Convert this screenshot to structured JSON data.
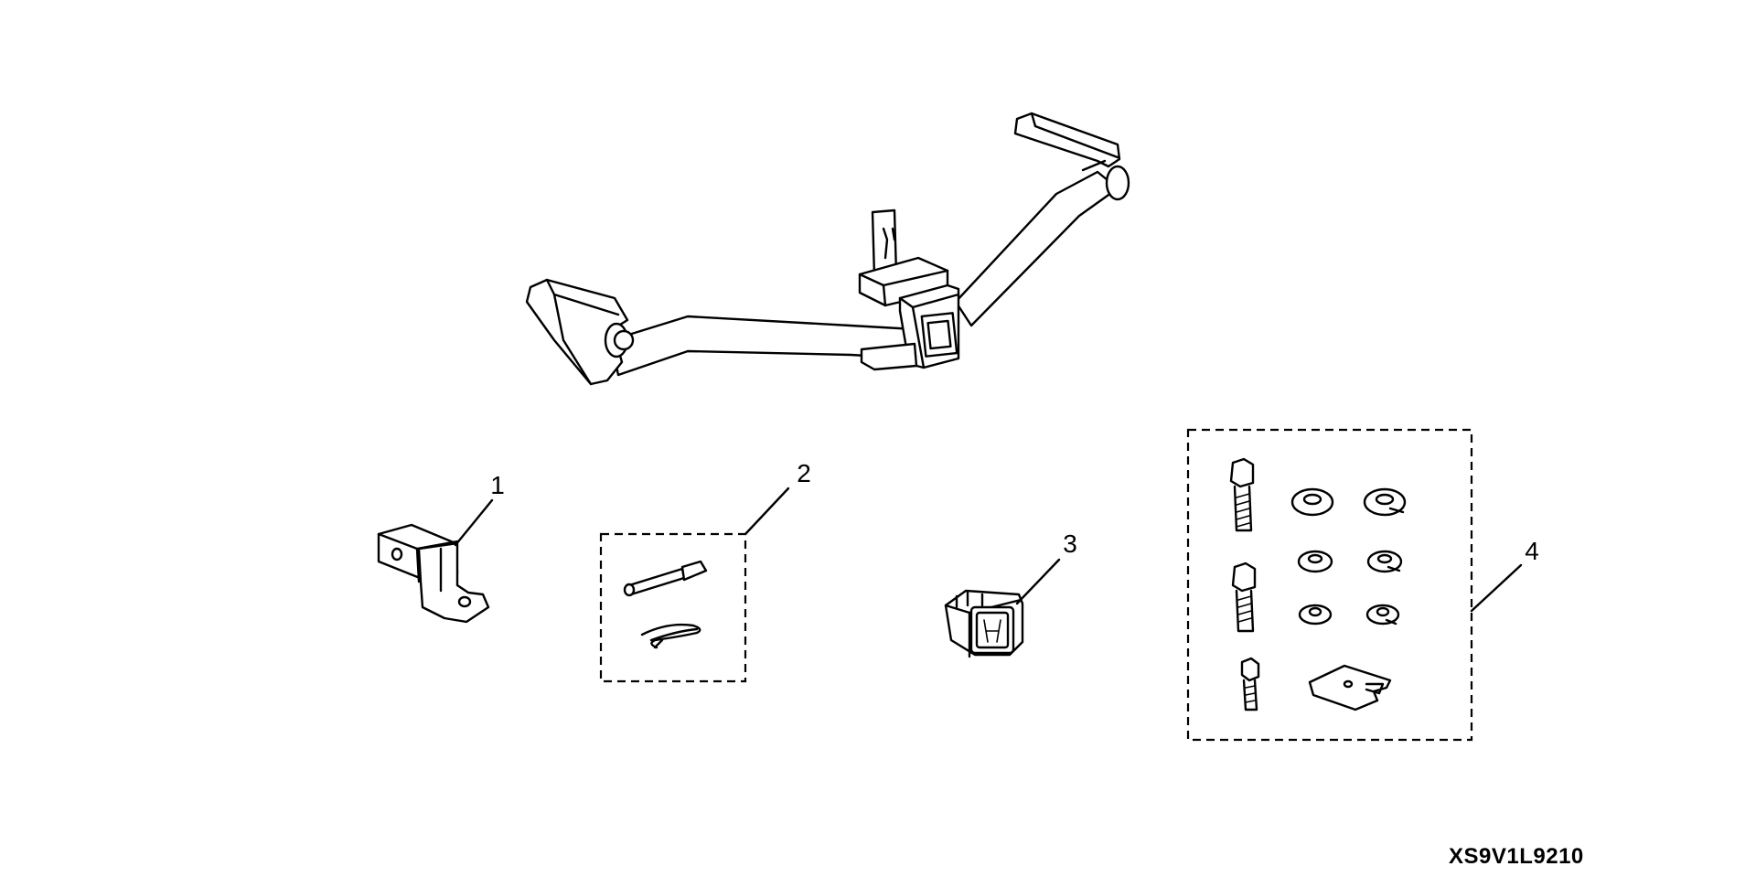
{
  "callouts": {
    "1": "1",
    "2": "2",
    "3": "3",
    "4": "4"
  },
  "diagram_code": "XS9V1L9210"
}
